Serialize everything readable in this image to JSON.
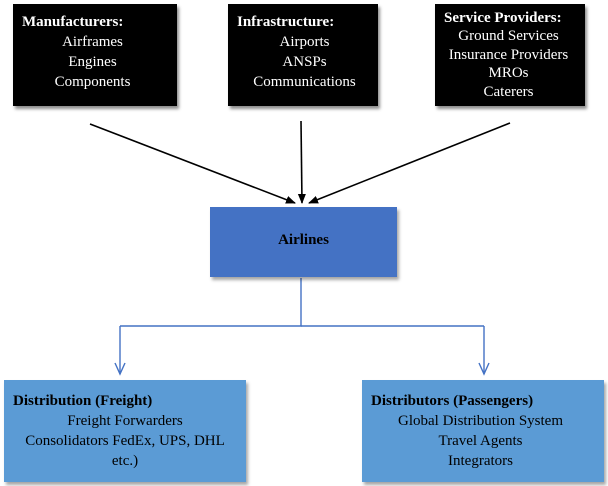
{
  "manufacturers": {
    "title": "Manufacturers",
    "items": [
      "Airframes",
      "Engines",
      "Components"
    ]
  },
  "infrastructure": {
    "title": "Infrastructure",
    "items": [
      "Airports",
      "ANSPs",
      "Communications"
    ]
  },
  "service_providers": {
    "title": "Service Providers",
    "items": [
      "Ground Services",
      "Insurance Providers",
      "MROs",
      "Caterers"
    ]
  },
  "airlines": {
    "title": "Airlines"
  },
  "distribution_freight": {
    "title": "Distribution (Freight)",
    "items": [
      "Freight Forwarders",
      "Consolidators FedEx, UPS, DHL",
      "etc.)"
    ]
  },
  "distributors_passengers": {
    "title": "Distributors (Passengers)",
    "items": [
      "Global Distribution System",
      "Travel Agents",
      "Integrators"
    ]
  },
  "colors": {
    "supplier_box": "#000000",
    "airlines_box": "#4472c4",
    "distributor_box": "#5b9bd5",
    "connector_top": "#000000",
    "connector_bottom": "#4472c4"
  }
}
